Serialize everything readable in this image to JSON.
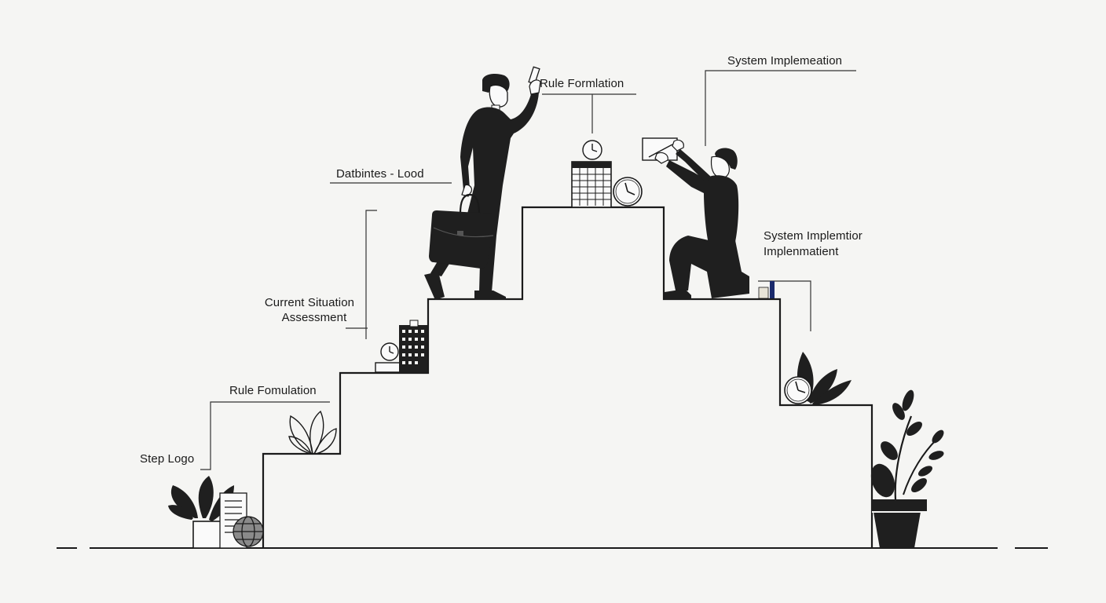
{
  "labels": {
    "step_logo": "Step Logo",
    "rule_formulation_lower": "Rule Fomulation",
    "current_situation_line1": "Current Situation",
    "current_situation_line2": "Assessment",
    "database_load": "Datbintes - Lood",
    "rule_formulation_top": "Rule Formlation",
    "system_implementation_top": "System Implemeation",
    "system_implementation_right_line1": "System Implemtior",
    "system_implementation_right_line2": "Implenmatient"
  },
  "colors": {
    "background": "#f5f5f3",
    "ink": "#1a1a1a",
    "figure": "#1f1f1f"
  }
}
